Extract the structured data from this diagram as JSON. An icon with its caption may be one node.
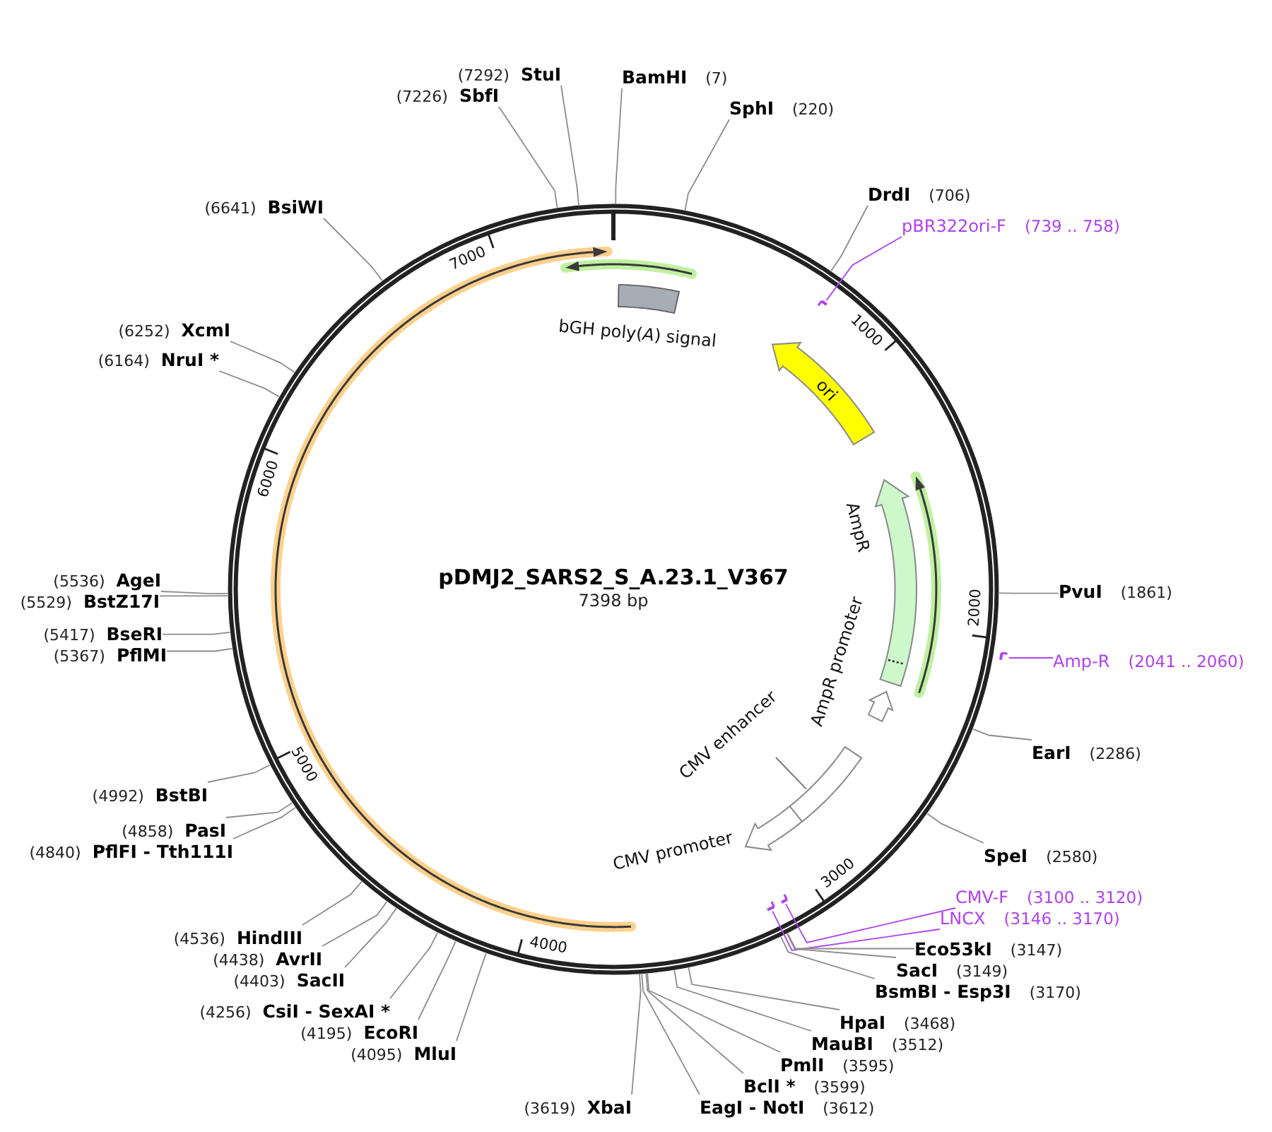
{
  "diagram": {
    "title": "pDMJ2_SARS2_S_A.23.1_V367",
    "nodes": [
      {
        "text": [
          "BamHI",
          "(7)"
        ]
      },
      {
        "text": [
          "SphI",
          "(220)"
        ]
      },
      {
        "text": [
          "DrdI",
          "(706)"
        ]
      },
      {
        "text": [
          "pBR322ori-F",
          "(739 .. 758)"
        ]
      },
      {
        "text": [
          "PvuI",
          "(1861)"
        ]
      },
      {
        "text": [
          "Amp-R",
          "(2041 .. 2060)"
        ]
      },
      {
        "text": [
          "EarI",
          "(2286)"
        ]
      },
      {
        "text": [
          "SpeI",
          "(2580)"
        ]
      },
      {
        "text": [
          "CMV-F",
          "(3100 .. 3120)"
        ]
      },
      {
        "text": [
          "LNCX",
          "(3146 .. 3170)"
        ]
      },
      {
        "text": [
          "Eco53kI",
          "(3147)"
        ]
      },
      {
        "text": [
          "SacI",
          "(3149)"
        ]
      },
      {
        "text": [
          "BsmBI - Esp3I",
          "(3170)"
        ]
      },
      {
        "text": [
          "HpaI",
          "(3468)"
        ]
      },
      {
        "text": [
          "MauBI",
          "(3512)"
        ]
      },
      {
        "text": [
          "PmlI",
          "(3595)"
        ]
      },
      {
        "text": [
          "BclI *",
          "(3599)"
        ]
      },
      {
        "text": [
          "EagI - NotI",
          "(3612)"
        ]
      },
      {
        "text": [
          "(3619)",
          "XbaI"
        ]
      },
      {
        "text": [
          "(4095)",
          "MluI"
        ]
      },
      {
        "text": [
          "(4195)",
          "EcoRI"
        ]
      },
      {
        "text": [
          "(4256)",
          "CsiI - SexAI *"
        ]
      },
      {
        "text": [
          "(4403)",
          "SacII"
        ]
      },
      {
        "text": [
          "(4438)",
          "AvrII"
        ]
      },
      {
        "text": [
          "(4536)",
          "HindIII"
        ]
      },
      {
        "text": [
          "(4840)",
          "PflFI - Tth111I"
        ]
      },
      {
        "text": [
          "(4858)",
          "PasI"
        ]
      },
      {
        "text": [
          "(4992)",
          "BstBI"
        ]
      },
      {
        "text": [
          "(5367)",
          "PflMI"
        ]
      },
      {
        "text": [
          "(5417)",
          "BseRI"
        ]
      },
      {
        "text": [
          "(5529)",
          "BstZ17I"
        ]
      },
      {
        "text": [
          "(5536)",
          "AgeI"
        ]
      },
      {
        "text": [
          "(6164)",
          "NruI *"
        ]
      },
      {
        "text": [
          "(6252)",
          "XcmI"
        ]
      },
      {
        "text": [
          "(6641)",
          "BsiWI"
        ]
      },
      {
        "text": [
          "(7226)",
          "SbfI"
        ]
      },
      {
        "text": [
          "(7292)",
          "StuI"
        ]
      },
      {
        "text": [],
        "shape": "box",
        "beside": [
          "bGH poly(*A*) signal"
        ]
      },
      {
        "text": [
          "ori"
        ]
      },
      {
        "text": [],
        "shape": "arrow",
        "beside": [
          "AmpR"
        ]
      },
      {
        "text": [],
        "shape": "arrow",
        "beside": [
          "AmpR promoter"
        ]
      },
      {
        "text": [],
        "shape": "box",
        "beside": [
          "CMV enhancer"
        ]
      },
      {
        "text": [],
        "shape": "arrow",
        "beside": [
          "CMV promoter"
        ]
      },
      {
        "text": [],
        "shape": "bar"
      },
      {
        "text": [],
        "shape": "bar"
      },
      {
        "text": [],
        "shape": "bar"
      },
      {
        "text": [],
        "shape": "bar"
      }
    ],
    "edges": [
      {
        "from": 0,
        "to": null,
        "arrow": "none"
      },
      {
        "from": 1,
        "to": null,
        "arrow": "none"
      },
      {
        "from": 2,
        "to": null,
        "arrow": "none"
      },
      {
        "from": 3,
        "to": 43,
        "arrow": "none",
        "color": "#b040f5"
      },
      {
        "from": 4,
        "to": null,
        "arrow": "none"
      },
      {
        "from": 5,
        "to": 44,
        "arrow": "none",
        "color": "#b040f5"
      },
      {
        "from": 6,
        "to": null,
        "arrow": "none"
      },
      {
        "from": 7,
        "to": null,
        "arrow": "none"
      },
      {
        "from": 8,
        "to": 45,
        "arrow": "none",
        "color": "#b040f5"
      },
      {
        "from": 9,
        "to": 46,
        "arrow": "none",
        "color": "#b040f5"
      },
      {
        "from": 10,
        "to": null,
        "arrow": "none"
      },
      {
        "from": 11,
        "to": null,
        "arrow": "none"
      },
      {
        "from": 12,
        "to": null,
        "arrow": "none"
      },
      {
        "from": 13,
        "to": null,
        "arrow": "none"
      },
      {
        "from": 14,
        "to": null,
        "arrow": "none"
      },
      {
        "from": 15,
        "to": null,
        "arrow": "none"
      },
      {
        "from": 16,
        "to": null,
        "arrow": "none"
      },
      {
        "from": 17,
        "to": null,
        "arrow": "none"
      },
      {
        "from": 18,
        "to": null,
        "arrow": "none"
      },
      {
        "from": 19,
        "to": null,
        "arrow": "none"
      },
      {
        "from": 20,
        "to": null,
        "arrow": "none"
      },
      {
        "from": 21,
        "to": null,
        "arrow": "none"
      },
      {
        "from": 22,
        "to": null,
        "arrow": "none"
      },
      {
        "from": 23,
        "to": null,
        "arrow": "none"
      },
      {
        "from": 24,
        "to": null,
        "arrow": "none"
      },
      {
        "from": 25,
        "to": null,
        "arrow": "none"
      },
      {
        "from": 26,
        "to": null,
        "arrow": "none"
      },
      {
        "from": 27,
        "to": null,
        "arrow": "none"
      },
      {
        "from": 28,
        "to": null,
        "arrow": "none"
      },
      {
        "from": 29,
        "to": null,
        "arrow": "none"
      },
      {
        "from": 30,
        "to": null,
        "arrow": "none"
      },
      {
        "from": 31,
        "to": null,
        "arrow": "none"
      },
      {
        "from": 32,
        "to": null,
        "arrow": "none"
      },
      {
        "from": 33,
        "to": null,
        "arrow": "none"
      },
      {
        "from": 34,
        "to": null,
        "arrow": "none"
      },
      {
        "from": 35,
        "to": null,
        "arrow": "none"
      },
      {
        "from": 36,
        "to": null,
        "arrow": "none"
      }
    ],
    "labels": [
      "7398 bp",
      "1000",
      "2000",
      "3000",
      "4000",
      "5000",
      "6000",
      "7000"
    ]
  }
}
